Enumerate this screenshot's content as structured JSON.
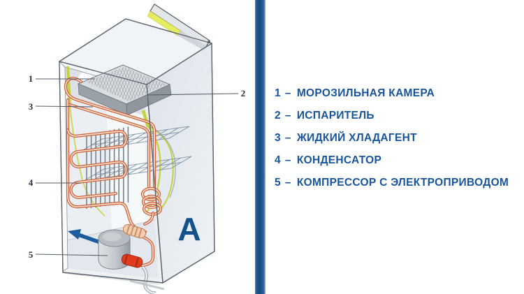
{
  "legend": {
    "separator": "–",
    "text_color": "#17549c",
    "items": [
      {
        "num": "1",
        "label": "МОРОЗИЛЬНАЯ КАМЕРА"
      },
      {
        "num": "2",
        "label": "ИСПАРИТЕЛЬ"
      },
      {
        "num": "3",
        "label": "ЖИДКИЙ ХЛАДАГЕНТ"
      },
      {
        "num": "4",
        "label": "КОНДЕНСАТОР"
      },
      {
        "num": "5",
        "label": "КОМПРЕССОР С ЭЛЕКТРОПРИВОДОМ"
      }
    ]
  },
  "diagram": {
    "variant_letter": "A",
    "callouts": [
      {
        "num": "1"
      },
      {
        "num": "2"
      },
      {
        "num": "3"
      },
      {
        "num": "4"
      },
      {
        "num": "5"
      }
    ],
    "colors": {
      "navy_accent": "#14508c",
      "legend_text": "#17549c",
      "divider_blue": "#1d5692",
      "tube_orange": "#cf6039",
      "tube_inner": "#f9e0ce",
      "insulation_yellow": "#c6d23a",
      "arrow_blue": "#1e5b9d",
      "relay_red": "#e03b1c",
      "cabinet_light": "#eef2f6"
    }
  }
}
